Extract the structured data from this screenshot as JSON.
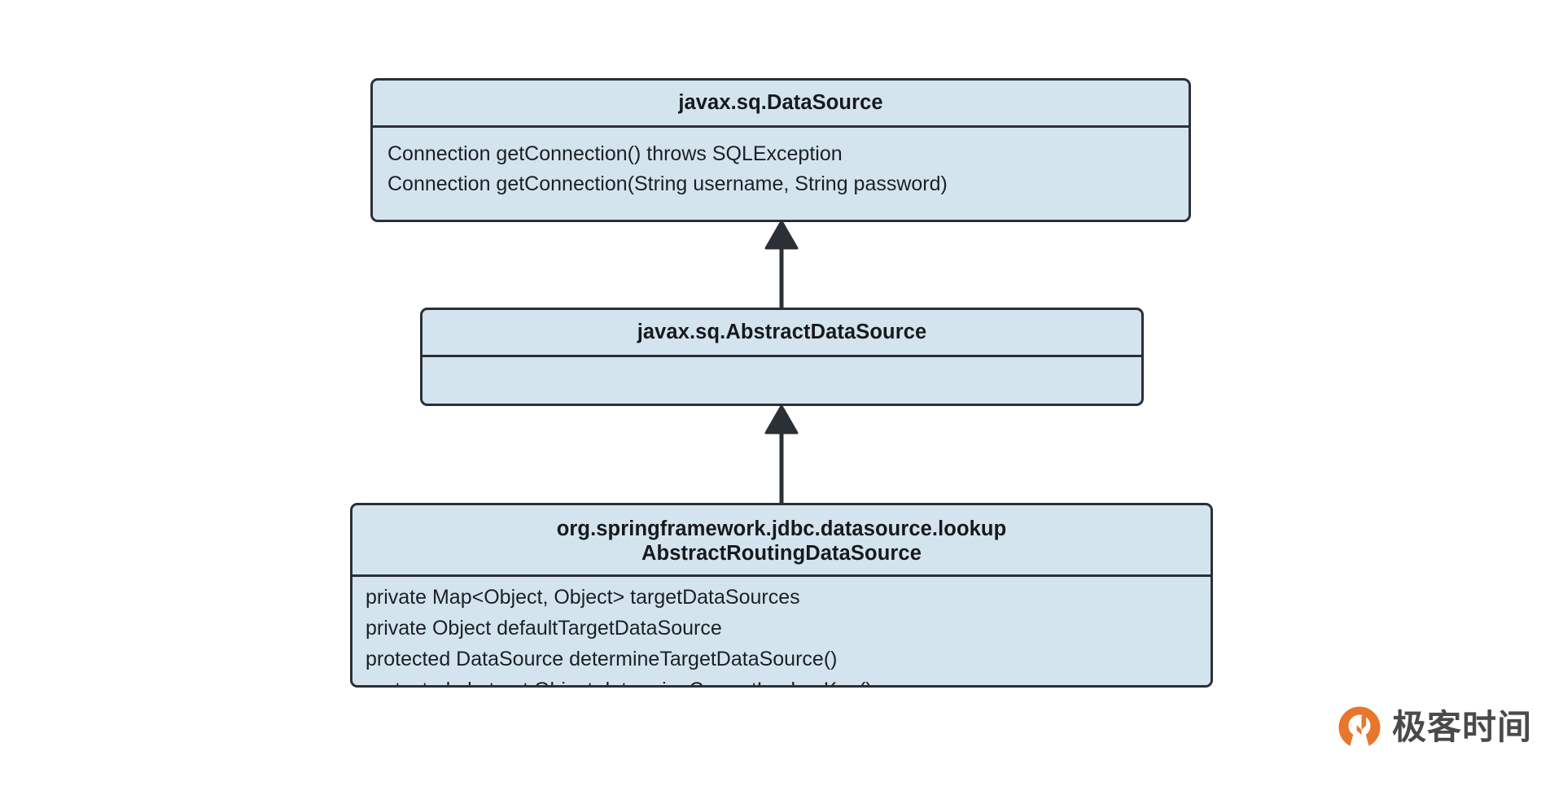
{
  "diagram": {
    "type": "uml-class-diagram",
    "background_color": "#ffffff",
    "box_fill_color": "#d4e4ee",
    "box_border_color": "#2b3036",
    "text_color": "#161a1d",
    "classes": [
      {
        "id": "datasource",
        "title_lines": [
          "javax.sq.DataSource"
        ],
        "members": [
          "Connection getConnection() throws SQLException",
          "Connection getConnection(String username, String password)"
        ]
      },
      {
        "id": "abstractdatasource",
        "title_lines": [
          "javax.sq.AbstractDataSource"
        ],
        "members": []
      },
      {
        "id": "routingdatasource",
        "title_lines": [
          "org.springframework.jdbc.datasource.lookup",
          "AbstractRoutingDataSource"
        ],
        "members": [
          "private Map<Object, Object> targetDataSources",
          "private Object defaultTargetDataSource",
          "protected DataSource determineTargetDataSource()",
          "protected abstract Object determineCurrentLookupKey()"
        ]
      }
    ],
    "relations": [
      {
        "id": "inherit-abstract-to-datasource",
        "from": "abstractdatasource",
        "to": "datasource",
        "kind": "generalization"
      },
      {
        "id": "inherit-routing-to-abstract",
        "from": "routingdatasource",
        "to": "abstractdatasource",
        "kind": "generalization"
      }
    ]
  },
  "logo": {
    "text": "极客时间",
    "mark_color": "#e8762c",
    "text_color": "#4a4a4a"
  }
}
